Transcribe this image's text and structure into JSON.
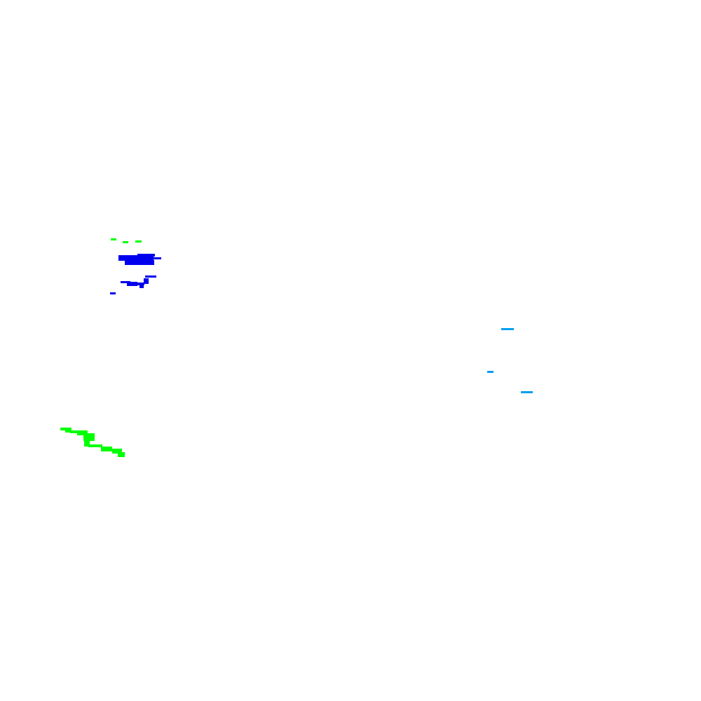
{
  "colors": {
    "background": "#ffffff",
    "green": "#00ff00",
    "blue": "#0000ee",
    "light_blue": "#00a0f0"
  },
  "clusters": [
    {
      "name": "green-dash-row",
      "color": "green"
    },
    {
      "name": "blue-cluster",
      "color": "blue"
    },
    {
      "name": "green-trail",
      "color": "green"
    },
    {
      "name": "light-blue-dashes",
      "color": "light_blue"
    }
  ]
}
